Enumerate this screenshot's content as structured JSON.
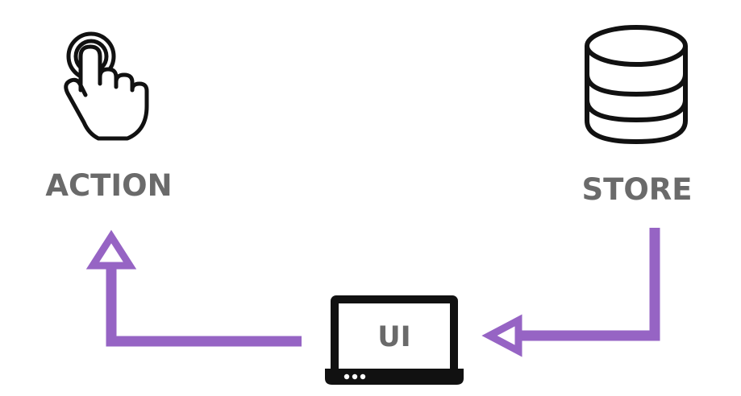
{
  "nodes": {
    "action": {
      "label": "ACTION",
      "icon": "tap-gesture-icon"
    },
    "store": {
      "label": "STORE",
      "icon": "database-icon"
    },
    "ui": {
      "label": "UI",
      "icon": "laptop-icon"
    }
  },
  "edges": [
    {
      "from": "store",
      "to": "ui",
      "color": "#9664c4"
    },
    {
      "from": "ui",
      "to": "action",
      "color": "#9664c4"
    }
  ],
  "colors": {
    "arrow": "#9664c4",
    "label": "#6a6a6a",
    "icon": "#111111",
    "background": "#ffffff"
  }
}
